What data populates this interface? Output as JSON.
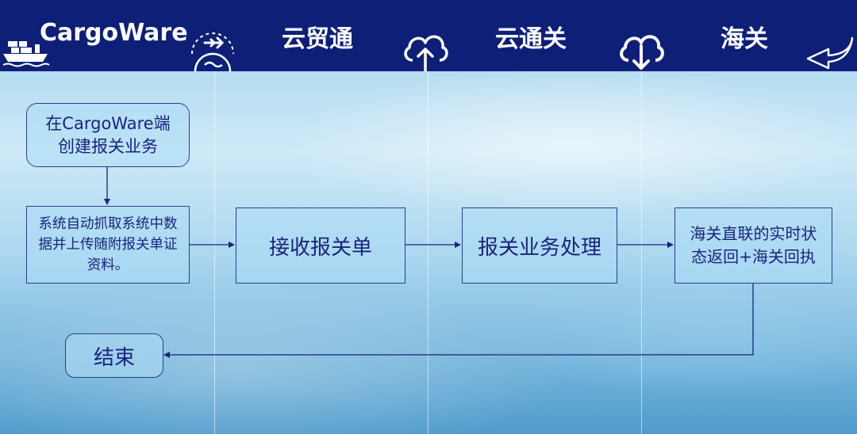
{
  "header": {
    "lanes": [
      {
        "title": "CargoWare"
      },
      {
        "title": "云贸通"
      },
      {
        "title": "云通关"
      },
      {
        "title": "海关"
      }
    ]
  },
  "flow": {
    "start": "在CargoWare端创建报关业务",
    "auto_fetch": "系统自动抓取系统中数据并上传随附报关单证资料。",
    "receive": "接收报关单",
    "process": "报关业务处理",
    "customs_return": "海关直联的实时状态返回+海关回执",
    "end": "结束"
  },
  "icons": {
    "ship": "ship-icon",
    "airplane_globe": "airplane-globe-icon",
    "cloud_upload": "cloud-upload-icon",
    "cloud_download": "cloud-download-icon",
    "return_arrow": "return-arrow-icon"
  },
  "colors": {
    "header_bg": "#0e1f78",
    "box_text": "#1a237e",
    "box_border": "#2b3f8f"
  }
}
